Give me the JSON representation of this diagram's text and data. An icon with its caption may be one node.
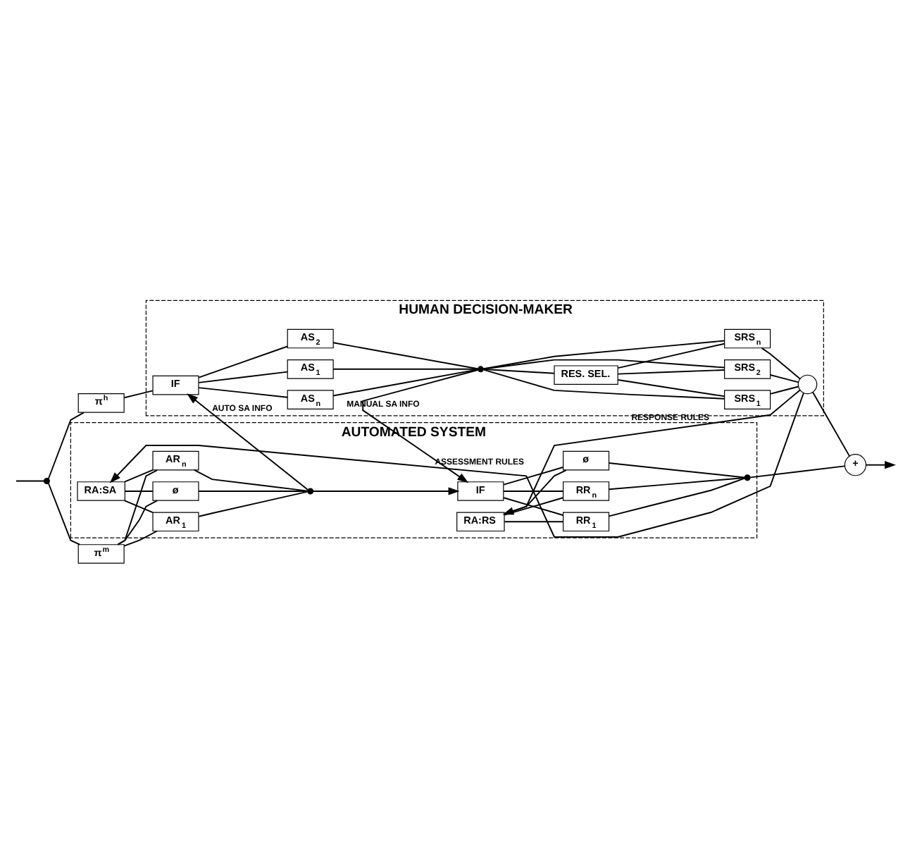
{
  "diagram": {
    "nodes": [
      {
        "text": [
          "HUMAN DECISION-MAKER"
        ]
      },
      {
        "text": [
          "IF"
        ],
        "in": 0
      },
      {
        "text": [
          "AS$_{1}$"
        ],
        "in": 0
      },
      {
        "text": [
          "AS$_{2}$"
        ],
        "in": 0
      },
      {
        "text": [
          "AS$_{n}$"
        ],
        "in": 0
      },
      {
        "text": [],
        "shape": "dot",
        "in": 0
      },
      {
        "text": [
          "RES. SEL."
        ],
        "in": 0
      },
      {
        "text": [
          "SRS$_{1}$"
        ],
        "in": 0
      },
      {
        "text": [
          "SRS$_{2}$"
        ],
        "in": 0
      },
      {
        "text": [
          "SRS$_{n}$"
        ],
        "in": 0
      },
      {
        "text": [],
        "shape": "circle",
        "in": 0
      },
      {
        "text": [
          "π$^{h}$"
        ]
      },
      {
        "text": [
          "π$^{m}$"
        ]
      },
      {
        "text": [
          "+"
        ]
      },
      {
        "text": [
          "AUTOMATED SYSTEM"
        ]
      },
      {
        "text": [
          "RA:SA"
        ],
        "in": 14
      },
      {
        "text": [
          "ø"
        ],
        "in": 14
      },
      {
        "text": [
          "AR$_{1}$"
        ],
        "in": 14
      },
      {
        "text": [
          "AR$_{n}$"
        ],
        "in": 14
      },
      {
        "text": [],
        "shape": "dot",
        "in": 14
      },
      {
        "text": [
          "IF"
        ],
        "in": 14
      },
      {
        "text": [
          "RA:RS"
        ],
        "in": 14
      },
      {
        "text": [
          "ø"
        ],
        "in": 14
      },
      {
        "text": [
          "RR$_{1}$"
        ],
        "in": 14
      },
      {
        "text": [
          "RR$_{n}$"
        ],
        "in": 14
      },
      {
        "text": [],
        "shape": "dot",
        "in": 14
      },
      {
        "text": [],
        "shape": "dot"
      }
    ],
    "edges": [
      {
        "from": null,
        "to": 26,
        "arrow": "none"
      },
      {
        "from": 26,
        "to": 11,
        "arrow": "none"
      },
      {
        "from": 26,
        "to": 12,
        "arrow": "none"
      },
      {
        "from": 11,
        "to": 1,
        "arrow": "none"
      },
      {
        "from": 1,
        "to": 2,
        "arrow": "none"
      },
      {
        "from": 1,
        "to": 3,
        "arrow": "none"
      },
      {
        "from": 1,
        "to": 4,
        "arrow": "none"
      },
      {
        "from": 2,
        "to": 5,
        "arrow": "none"
      },
      {
        "from": 3,
        "to": 5,
        "arrow": "none"
      },
      {
        "from": 4,
        "to": 5,
        "arrow": "none"
      },
      {
        "from": 5,
        "to": 6,
        "arrow": "none"
      },
      {
        "from": 5,
        "to": 7,
        "arrow": "none"
      },
      {
        "from": 5,
        "to": 8,
        "arrow": "none"
      },
      {
        "from": 5,
        "to": 9,
        "arrow": "none"
      },
      {
        "from": 6,
        "to": 7,
        "arrow": "none"
      },
      {
        "from": 6,
        "to": 8,
        "arrow": "none"
      },
      {
        "from": 6,
        "to": 9,
        "arrow": "none"
      },
      {
        "from": 7,
        "to": 10,
        "arrow": "none"
      },
      {
        "from": 8,
        "to": 10,
        "arrow": "none"
      },
      {
        "from": 9,
        "to": 10,
        "arrow": "none"
      },
      {
        "from": 10,
        "to": 13,
        "arrow": "none"
      },
      {
        "from": 10,
        "to": 15,
        "arrow": "to",
        "label": "ASSESSMENT RULES"
      },
      {
        "from": 10,
        "to": 21,
        "arrow": "to",
        "label": "RESPONSE RULES"
      },
      {
        "from": 5,
        "to": 20,
        "arrow": "to",
        "label": "MANUAL SA INFO"
      },
      {
        "from": 19,
        "to": 1,
        "arrow": "to",
        "label": "AUTO SA INFO"
      },
      {
        "from": 12,
        "to": 16,
        "arrow": "none"
      },
      {
        "from": 12,
        "to": 17,
        "arrow": "none"
      },
      {
        "from": 12,
        "to": 18,
        "arrow": "none"
      },
      {
        "from": 15,
        "to": 16,
        "arrow": "none"
      },
      {
        "from": 15,
        "to": 17,
        "arrow": "none"
      },
      {
        "from": 15,
        "to": 18,
        "arrow": "none"
      },
      {
        "from": 16,
        "to": 19,
        "arrow": "none"
      },
      {
        "from": 17,
        "to": 19,
        "arrow": "none"
      },
      {
        "from": 18,
        "to": 19,
        "arrow": "none"
      },
      {
        "from": 19,
        "to": 20,
        "arrow": "to"
      },
      {
        "from": 20,
        "to": 22,
        "arrow": "none"
      },
      {
        "from": 20,
        "to": 23,
        "arrow": "none"
      },
      {
        "from": 20,
        "to": 24,
        "arrow": "none"
      },
      {
        "from": 21,
        "to": 22,
        "arrow": "none"
      },
      {
        "from": 21,
        "to": 23,
        "arrow": "none"
      },
      {
        "from": 21,
        "to": 24,
        "arrow": "none"
      },
      {
        "from": 22,
        "to": 25,
        "arrow": "none"
      },
      {
        "from": 23,
        "to": 25,
        "arrow": "none"
      },
      {
        "from": 24,
        "to": 25,
        "arrow": "none"
      },
      {
        "from": 25,
        "to": 13,
        "arrow": "none"
      },
      {
        "from": 13,
        "to": null,
        "arrow": "to"
      }
    ]
  }
}
